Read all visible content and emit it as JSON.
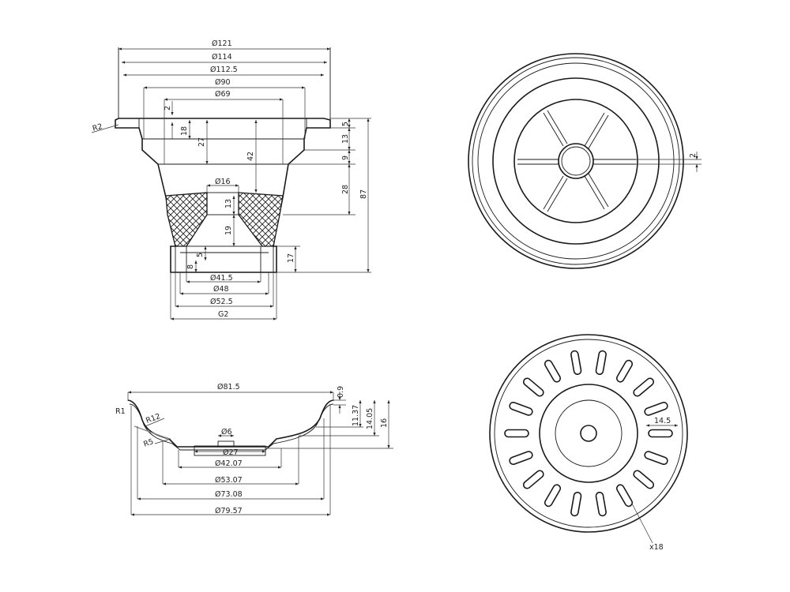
{
  "drawing": {
    "section_view": {
      "diameters": [
        "Ø121",
        "Ø114",
        "Ø112.5",
        "Ø90",
        "Ø69",
        "Ø16",
        "Ø41.5",
        "Ø48",
        "Ø52.5",
        "G2"
      ],
      "radius": "R2",
      "heights": [
        "2",
        "18",
        "27",
        "42",
        "13",
        "19",
        "5",
        "8"
      ],
      "right_dims": [
        "5",
        "13",
        "9",
        "28",
        "87",
        "17"
      ]
    },
    "top_view": {
      "gap": "2"
    },
    "basket_section": {
      "diameters": [
        "Ø81.5",
        "Ø6",
        "Ø27",
        "Ø42.07",
        "Ø53.07",
        "Ø73.08",
        "Ø79.57"
      ],
      "radii": [
        "R1",
        "R12",
        "R5"
      ],
      "heights": [
        "0.9",
        "11.37",
        "14.05",
        "16"
      ]
    },
    "basket_top": {
      "slot_length": "14.5",
      "slot_count": "x18"
    }
  }
}
